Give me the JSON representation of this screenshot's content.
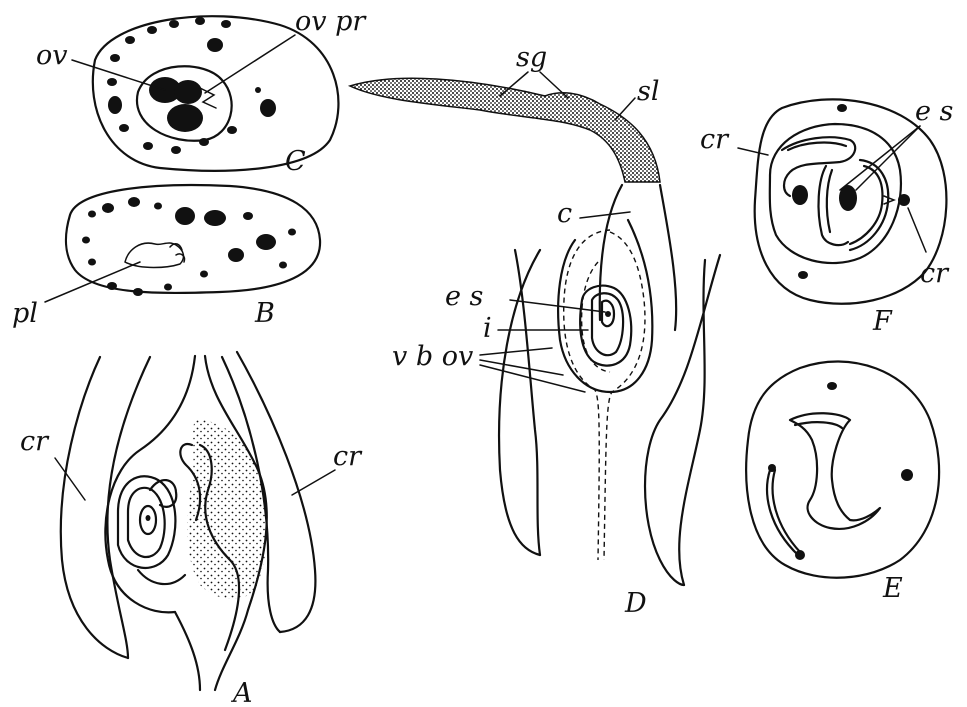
{
  "panels": {
    "A": {
      "letter": "A",
      "labels": {
        "cr_left": "cr",
        "cr_right": "cr"
      }
    },
    "B": {
      "letter": "B",
      "labels": {
        "pl": "pl"
      }
    },
    "C": {
      "letter": "C",
      "labels": {
        "ov": "ov",
        "ov_pr": "ov pr"
      }
    },
    "D": {
      "letter": "D",
      "labels": {
        "sg": "sg",
        "sl": "sl",
        "c": "c",
        "es": "e s",
        "i": "i",
        "vbov": "v b ov"
      }
    },
    "E": {
      "letter": "E",
      "labels": {}
    },
    "F": {
      "letter": "F",
      "labels": {
        "cr_top": "cr",
        "cr_right": "cr",
        "es": "e s"
      }
    }
  },
  "colors": {
    "ink": "#111111",
    "background": "#ffffff"
  }
}
